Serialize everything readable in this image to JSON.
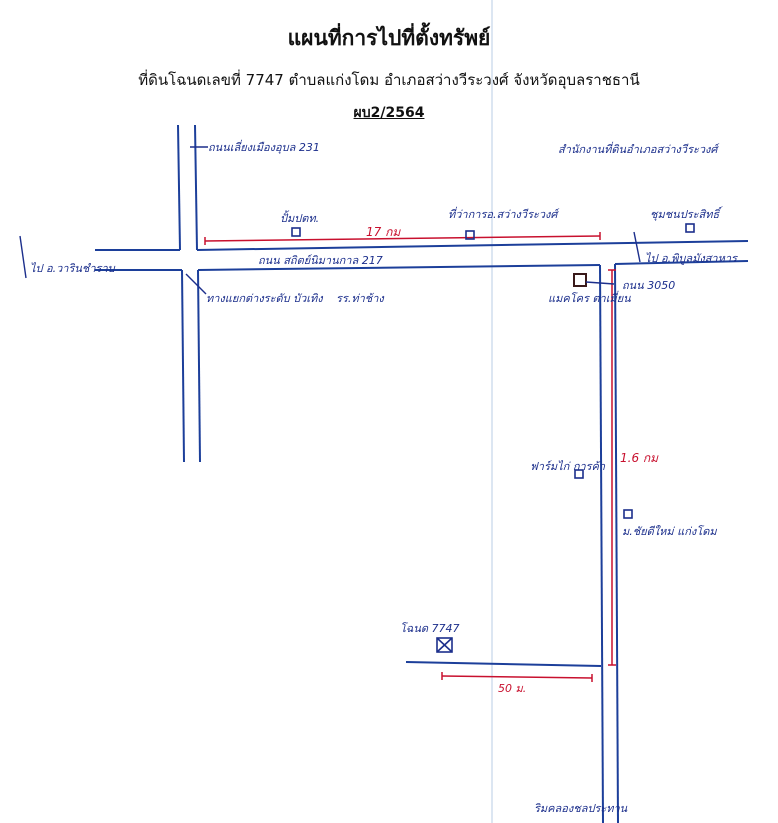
{
  "header": {
    "title": "แผนที่การไปที่ตั้งทรัพย์",
    "subtitle": "ที่ดินโฉนดเลขที่ 7747 ตำบลแก่งโดม อำเภอสว่างวีระวงศ์ จังหวัดอุบลราชธานี",
    "code": "ผบ2/2564"
  },
  "labels": {
    "road_231": "ถนนเลี่ยงเมืองอุบล 231",
    "land_office": "สำนักงานที่ดินอำเภอสว่างวีระวงศ์",
    "pump": "ปั้มปตท.",
    "district_office": "ที่ว่าการอ.สว่างวีระวงศ์",
    "hospital": "ชุมชนประสิทธิ์",
    "to_warin": "ไป อ.วารินชำราบ",
    "to_phibun": "ไป อ.พิบูลมังสาหาร",
    "road_217": "ถนน สถิตย์นิมานกาล 217",
    "intersection": "ทางแยกต่างระดับ บัวเทิง",
    "school": "รร.ท่าช้าง",
    "makro": "แมคโคร ตาเมี่ยน",
    "road_3050": "ถนน 3050",
    "farm": "ฟาร์มไก่ การค้า",
    "village": "ม.ชัยดีใหม่ แก่งโดม",
    "parcel": "โฉนด 7747",
    "canal": "ริมคลองชลประทาน",
    "dist_17km": "17 กม",
    "dist_1_6km": "1.6 กม",
    "dist_50m": "50 ม."
  }
}
